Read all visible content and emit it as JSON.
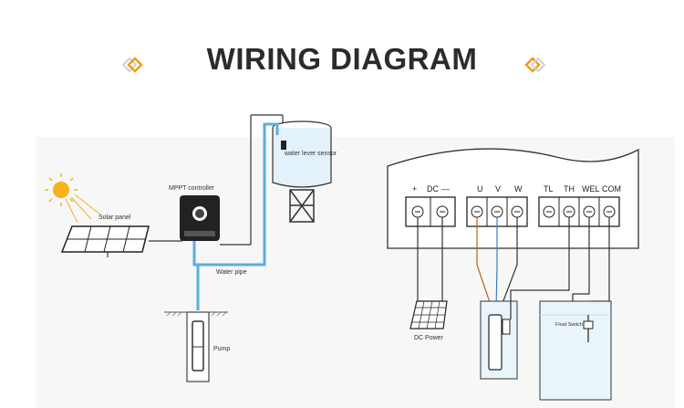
{
  "header": {
    "title": "WIRING DIAGRAM"
  },
  "colors": {
    "accent": "#f39c12",
    "pipe": "#5aaee0",
    "line": "#333333",
    "wire_brown": "#b5651d",
    "wire_blue": "#3d7ebf"
  },
  "left_diagram": {
    "solar_panel_label": "Solar panel",
    "controller_label": "MPPT controller",
    "sensor_label": "water lever sensor",
    "water_pipe_label": "Water pipe",
    "pump_label": "Pump"
  },
  "right_diagram": {
    "terminals": [
      "+",
      "DC",
      "—",
      "U",
      "V",
      "W",
      "TL",
      "TH",
      "WEL",
      "COM"
    ],
    "dc_power_label": "DC Power",
    "float_switch_label": "Float Switch"
  }
}
